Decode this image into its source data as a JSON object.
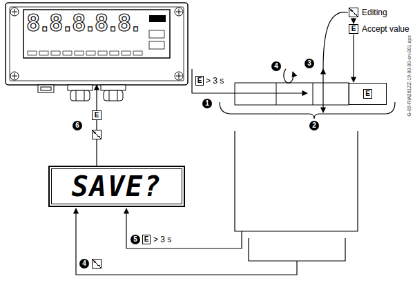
{
  "diagram": {
    "nodes": [
      {
        "text": [
          "8.8.8.8.8."
        ]
      },
      {
        "text": [
          "SAVE?"
        ]
      },
      {
        "text": [
          "E"
        ]
      }
    ],
    "edges": [
      {
        "from": 1,
        "to": 0,
        "arrow": "to"
      }
    ],
    "labels": [
      "E",
      "> 3 s",
      "1",
      "2",
      "3",
      "+",
      "−",
      "Editing",
      "E",
      "Accept value",
      "4",
      "5",
      "E",
      "> 3 s",
      "4",
      "+",
      "−",
      "6",
      "E",
      "+",
      "−",
      "G-09-RIA261ZZ-19-00-00-en-001.eps"
    ]
  }
}
